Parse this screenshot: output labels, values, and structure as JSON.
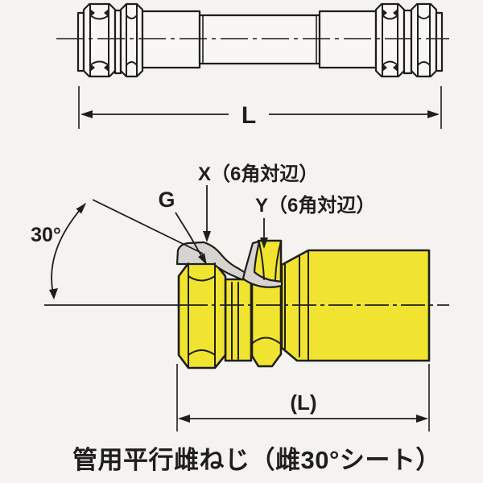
{
  "colors": {
    "background": "#f5f3ef",
    "line": "#1e1e1e",
    "brass_yellow": "#f0e431",
    "section_gray": "#d7d4cf",
    "part_white": "#f8f7f4"
  },
  "hose_view": {
    "description": "hose assembly overall length",
    "dimension_label": "L"
  },
  "fitting_view": {
    "angle_label": "30°",
    "thread_label": "G",
    "hex_x_label": "X（6角対辺）",
    "hex_y_label": "Y（6角対辺）",
    "dimension_label": "(L)"
  },
  "caption": "管用平行雌ねじ（雌30°シート）"
}
